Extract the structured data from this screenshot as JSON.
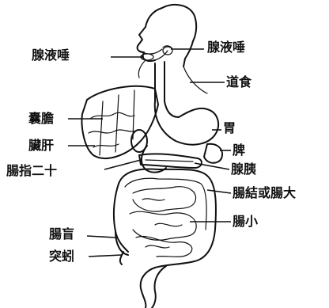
{
  "labels": {
    "salivary_left": "腺液唾",
    "salivary_right": "腺液唾",
    "esophagus": "道食",
    "gallbladder": "囊膽",
    "liver": "臟肝",
    "stomach": "胃",
    "spleen": "脾",
    "pancreas": "腺胰",
    "duodenum": "腸指二十",
    "large_intestine": "腸結或腸大",
    "small_intestine": "腸小",
    "cecum": "腸盲",
    "appendix": "突蚓"
  }
}
